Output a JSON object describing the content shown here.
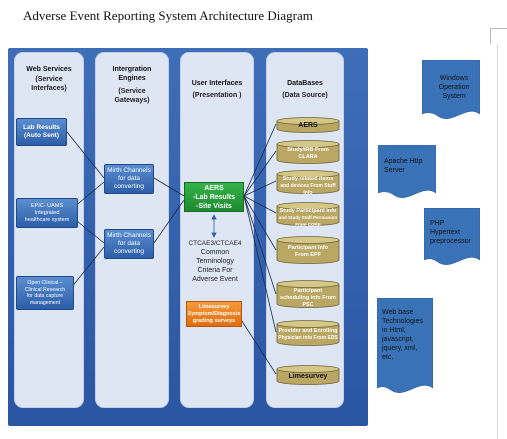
{
  "title": "Adverse Event Reporting System Architecture Diagram",
  "columns": {
    "web_services": {
      "title": "Web Services",
      "subtitle": "(Service Interfaces)"
    },
    "integration": {
      "title": "Intergration Engines",
      "subtitle": "(Service Gateways)"
    },
    "user_interfaces": {
      "title": "User Interfaces",
      "subtitle": "(Presentation )"
    },
    "databases": {
      "title": "DataBases",
      "subtitle": "(Data Source)"
    }
  },
  "web_service_boxes": [
    {
      "line1": "Lab Results",
      "line2": "(Auto Sent)",
      "line3": ""
    },
    {
      "line1": "EPIC- UAMS",
      "line2": "Integrated",
      "line3": "healthcare system"
    },
    {
      "line1": "Open Clinical –",
      "line2": "Clinical Research",
      "line3": "for data capture management"
    }
  ],
  "integration_boxes": [
    {
      "line1": "Mirth Channels",
      "line2": "for data",
      "line3": "converting"
    },
    {
      "line1": "Mirth Channels",
      "line2": "for data",
      "line3": "converting"
    }
  ],
  "ui_green": {
    "line1": "AERS",
    "line2": "-Lab Results",
    "line3": "-Site Visits"
  },
  "ctcae": {
    "heading": "CTCAE3/CTCAE4",
    "line1": "Common",
    "line2": "Terminology",
    "line3": "Criteria For",
    "line4": "Adverse Event"
  },
  "ui_orange": {
    "line1": "Limesurvey",
    "line2": "Symptom/Diagnosis",
    "line3": "grading surveys"
  },
  "databases": [
    {
      "line1": "AERS",
      "line2": ""
    },
    {
      "line1": "Study/IRB From",
      "line2": "CLARA"
    },
    {
      "line1": "Study related items",
      "line2": "and devices From Stuff Info"
    },
    {
      "line1": "Study Participant Info",
      "line2": "and Study Staff Permission From CORE"
    },
    {
      "line1": "Participant Info",
      "line2": "From EPF"
    },
    {
      "line1": "Participant",
      "line2": "scheduling info From PSC"
    },
    {
      "line1": "Provider and Enrolling",
      "line2": "Physician info From EDS"
    },
    {
      "line1": "Limesurvey",
      "line2": ""
    }
  ],
  "tech": [
    {
      "lines": [
        "Windows",
        "Operation",
        "System"
      ]
    },
    {
      "lines": [
        "Apache Http",
        "Server"
      ]
    },
    {
      "lines": [
        "PHP",
        "Hypertext",
        "preprocessor"
      ]
    },
    {
      "lines": [
        "Web base",
        "Technologies",
        "in Html,",
        "javascript,",
        "jquery, xml,",
        "etc."
      ]
    }
  ],
  "colors": {
    "panel": "#2f5ca8",
    "column": "#dfe6f3",
    "blue_box": "#3a6cb6",
    "green_box": "#2aa13d",
    "orange_box": "#ee8222",
    "cylinder": "#b9a763",
    "flag": "#3a72b8"
  }
}
